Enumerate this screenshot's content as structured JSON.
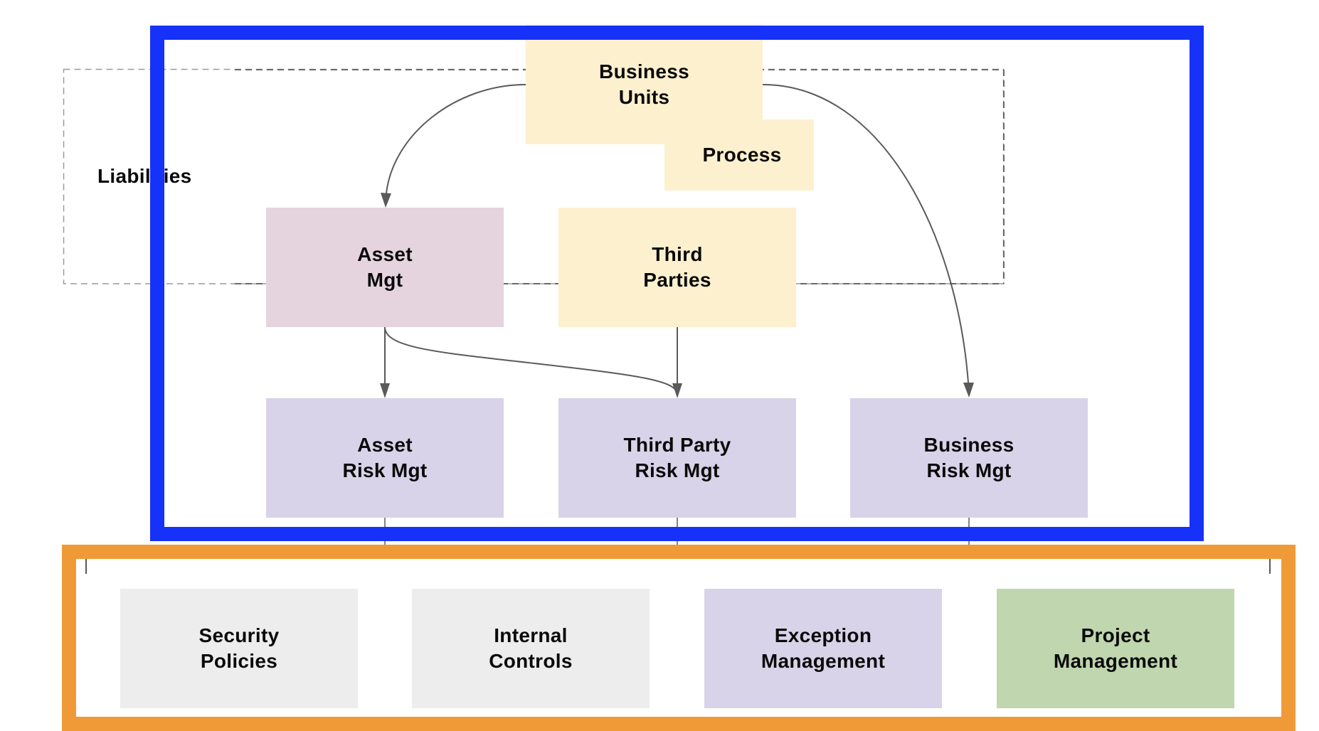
{
  "diagram": {
    "groups": {
      "liabilities": {
        "label": "Liabilities"
      },
      "outer_frame_color": "#1632F8",
      "bottom_frame_color": "#EF9A37"
    },
    "nodes": [
      {
        "id": "business-units",
        "label": "Business\nUnits",
        "color": "#FCF0CF"
      },
      {
        "id": "process",
        "label": "Process",
        "color": "#FCF0CF"
      },
      {
        "id": "asset-mgt",
        "label": "Asset\nMgt",
        "color": "#E5D4DD"
      },
      {
        "id": "third-parties",
        "label": "Third\nParties",
        "color": "#FCF0CF"
      },
      {
        "id": "asset-risk-mgt",
        "label": "Asset\nRisk Mgt",
        "color": "#D8D3E8"
      },
      {
        "id": "third-party-risk-mgt",
        "label": "Third Party\nRisk Mgt",
        "color": "#D8D3E8"
      },
      {
        "id": "business-risk-mgt",
        "label": "Business\nRisk Mgt",
        "color": "#D8D3E8"
      },
      {
        "id": "security-policies",
        "label": "Security\nPolicies",
        "color": "#EDEDED"
      },
      {
        "id": "internal-controls",
        "label": "Internal\nControls",
        "color": "#EDEDED"
      },
      {
        "id": "exception-management",
        "label": "Exception\nManagement",
        "color": "#D8D3E8"
      },
      {
        "id": "project-management",
        "label": "Project\nManagement",
        "color": "#BFD6AF"
      }
    ],
    "edges": [
      {
        "from": "business-units",
        "to": "asset-mgt",
        "arrow": true
      },
      {
        "from": "business-units",
        "to": "business-risk-mgt",
        "arrow": true
      },
      {
        "from": "asset-mgt",
        "to": "asset-risk-mgt",
        "arrow": true
      },
      {
        "from": "asset-mgt",
        "to": "third-party-risk-mgt",
        "arrow": true
      },
      {
        "from": "third-parties",
        "to": "third-party-risk-mgt",
        "arrow": true
      },
      {
        "from": "asset-risk-mgt",
        "to": "bottom-group",
        "arrow": false
      },
      {
        "from": "third-party-risk-mgt",
        "to": "bottom-group",
        "arrow": false
      },
      {
        "from": "business-risk-mgt",
        "to": "bottom-group",
        "arrow": false
      }
    ],
    "line_color": "#5A5A5A"
  }
}
